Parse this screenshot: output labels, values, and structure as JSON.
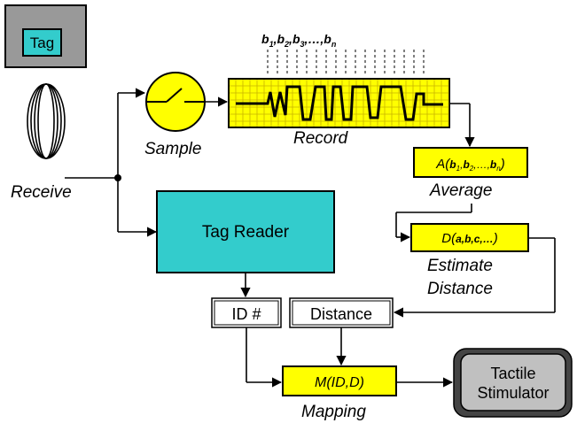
{
  "tag": {
    "label": "Tag"
  },
  "sequence": {
    "lead": "b",
    "items": [
      {
        "base": "b",
        "sub": "1"
      },
      {
        "base": "b",
        "sub": "2"
      },
      {
        "base": "b",
        "sub": "3"
      }
    ],
    "ellipsis": "…",
    "last": {
      "base": "b",
      "sub": "n"
    }
  },
  "labels": {
    "receive": "Receive",
    "sample": "Sample",
    "record": "Record",
    "average": "Average",
    "estimate_line1": "Estimate",
    "estimate_line2": "Distance",
    "mapping": "Mapping"
  },
  "blocks": {
    "tag_reader": "Tag Reader",
    "id_box": "ID #",
    "distance_box": "Distance",
    "average_fn": {
      "name": "A",
      "args": [
        "b1",
        "b2",
        "…",
        "bn"
      ]
    },
    "distance_fn": {
      "name": "D",
      "args": "a,b,c,…"
    },
    "mapping_fn": "M(ID,D)",
    "tactile_line1": "Tactile",
    "tactile_line2": "Stimulator"
  },
  "colors": {
    "teal": "#33cccc",
    "yellow": "#ffff00",
    "grey_panel": "#999999",
    "stimulator_fill": "#c0c0c0",
    "grid_lines": "#c8b400"
  }
}
